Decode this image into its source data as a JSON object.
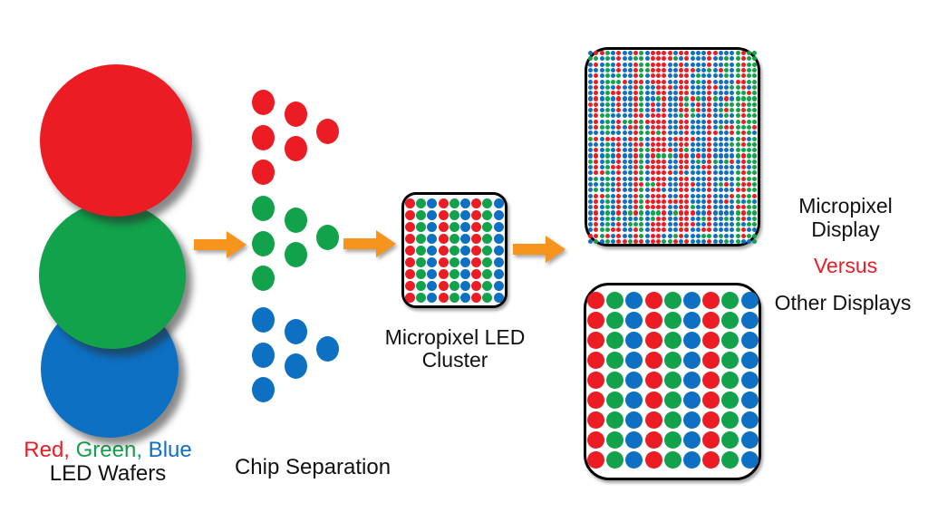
{
  "colors": {
    "red": "#EC1C24",
    "green": "#12A24B",
    "blue": "#0D70C2",
    "orange": "#F7941E",
    "ink": "#111111",
    "background": "#FFFFFF",
    "box_border": "#000000"
  },
  "wafers": {
    "circles": [
      {
        "name": "red-wafer",
        "color_key": "red"
      },
      {
        "name": "green-wafer",
        "color_key": "green"
      },
      {
        "name": "blue-wafer",
        "color_key": "blue"
      }
    ],
    "caption": {
      "parts": [
        {
          "text": "Red,",
          "color": "#EC1C24"
        },
        {
          "text": " Green,",
          "color": "#12A24B"
        },
        {
          "text": " Blue",
          "color": "#0D70C2"
        }
      ],
      "line2": "LED Wafers"
    }
  },
  "chip_separation": {
    "caption": "Chip Separation",
    "clusters": [
      {
        "name": "red-chip-cluster",
        "color_key": "red",
        "chips": 6
      },
      {
        "name": "green-chip-cluster",
        "color_key": "green",
        "chips": 6
      },
      {
        "name": "blue-chip-cluster",
        "color_key": "blue",
        "chips": 6
      }
    ]
  },
  "cluster_box": {
    "caption_line1": "Micropixel LED",
    "caption_line2": "Cluster",
    "grid": {
      "rows": 9,
      "cols": 9,
      "pattern": "rgb-columns",
      "palette": [
        "red",
        "green",
        "blue"
      ]
    }
  },
  "micropixel_display": {
    "label_line1": "Micropixel",
    "label_line2": "Display",
    "grid": {
      "rows": 34,
      "cols": 30,
      "pattern": "rgb-mixed",
      "palette": [
        "red",
        "green",
        "blue"
      ]
    }
  },
  "versus": {
    "text": "Versus",
    "color": "#EC1C24"
  },
  "other_display": {
    "label": "Other Displays",
    "grid": {
      "rows": 9,
      "cols": 9,
      "pattern": "rgb-columns",
      "palette": [
        "red",
        "green",
        "blue"
      ]
    }
  },
  "arrows": {
    "count": 3,
    "color_key": "orange",
    "direction": "right"
  }
}
